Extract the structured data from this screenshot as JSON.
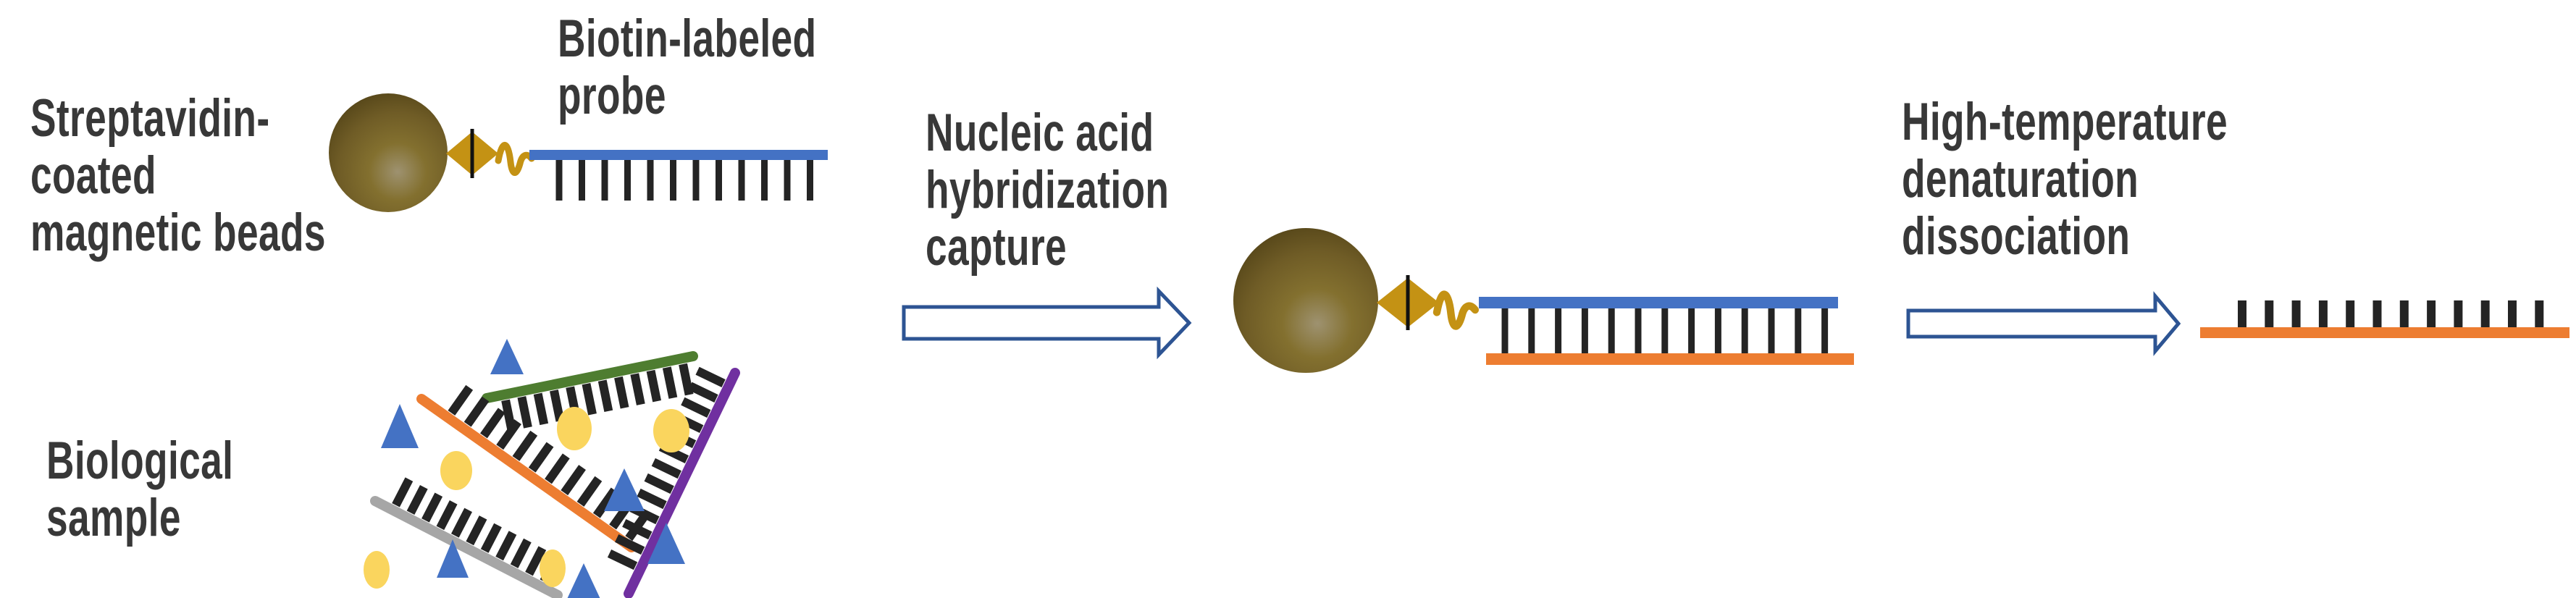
{
  "figure": {
    "title": "Streptavidin magnetic bead nucleic acid capture workflow",
    "background": "#ffffff",
    "labels": {
      "beads": "Streptavidin-\ncoated\nmagnetic beads",
      "probe": "Biotin-labeled\nprobe",
      "sample": "Biological\nsample",
      "step1": "Nucleic acid\nhybridization\ncapture",
      "step2": "High-temperature\ndenaturation\ndissociation"
    }
  },
  "palette": {
    "text": "#383838",
    "probe_blue": "#4472c4",
    "target_orange": "#ed7d31",
    "sample_green": "#4e7d30",
    "sample_gray": "#a6a6a6",
    "sample_purple": "#7030a0",
    "triangle_blue": "#4472c4",
    "circle_yellow": "#fad55e",
    "linker_gold": "#c49214",
    "teeth_black": "#242424",
    "arrow_outline": "#2d5493",
    "bead_dark": "#4a3c13",
    "bead_mid": "#6f5c26",
    "bead_light": "#9e9270"
  },
  "components": [
    {
      "name": "magnetic-bead-icon",
      "color": "#6f5c26"
    },
    {
      "name": "biotin-linker-diamond-icon",
      "color": "#c49214"
    },
    {
      "name": "probe-strand",
      "color": "#4472c4"
    },
    {
      "name": "target-strand",
      "color": "#ed7d31"
    },
    {
      "name": "sample-strand-green",
      "color": "#4e7d30"
    },
    {
      "name": "sample-strand-gray",
      "color": "#a6a6a6"
    },
    {
      "name": "sample-strand-purple",
      "color": "#7030a0"
    },
    {
      "name": "impurity-triangle-icon",
      "color": "#4472c4"
    },
    {
      "name": "impurity-circle-icon",
      "color": "#fad55e"
    },
    {
      "name": "process-arrow-icon",
      "color": "#2d5493"
    }
  ]
}
